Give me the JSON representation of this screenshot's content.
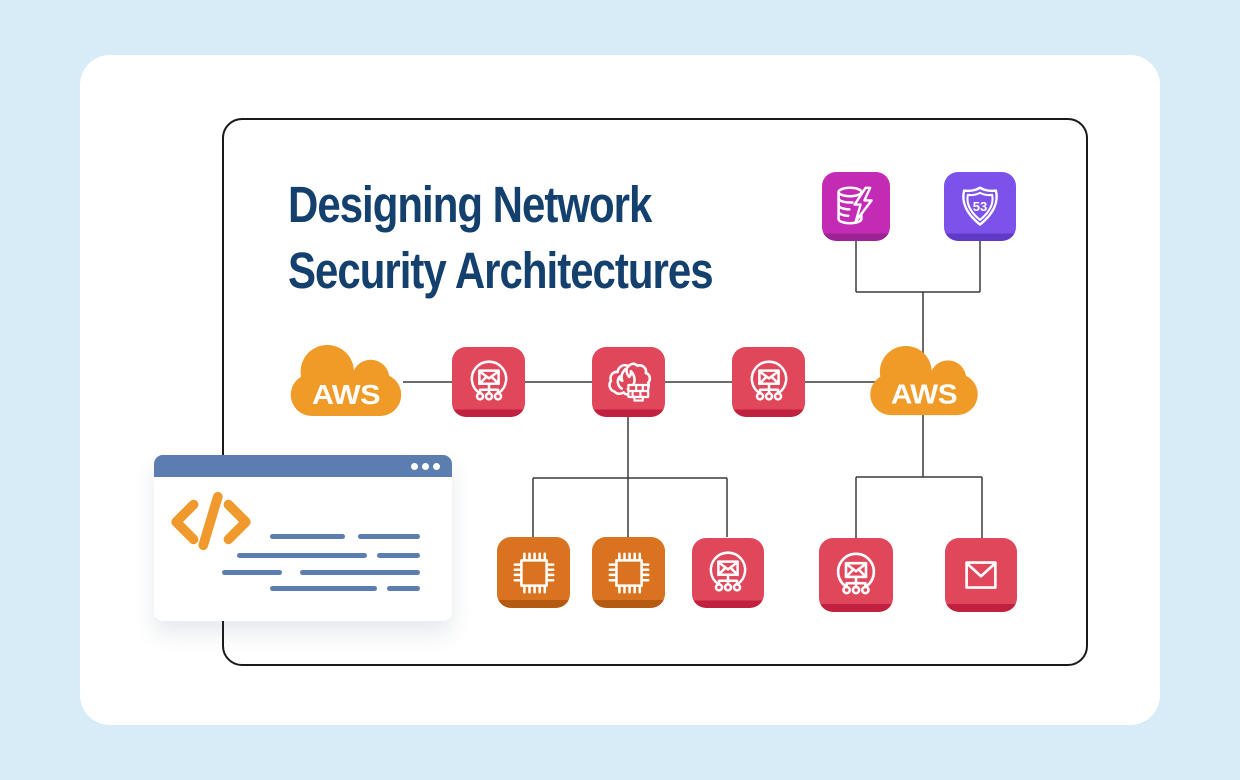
{
  "scene": {
    "background_color": "#d8ecf7",
    "card_color": "#ffffff",
    "frame_border_color": "#1a1a1a",
    "connector_color": "#3a3a3a"
  },
  "title": {
    "line1": "Designing Network",
    "line2": "Security Architectures",
    "color": "#14406e"
  },
  "clouds": {
    "left": {
      "label": "AWS"
    },
    "right": {
      "label": "AWS"
    },
    "color": "#f09a27"
  },
  "nodes": {
    "top_row": [
      {
        "id": "elasticache",
        "icon": "database-lightning-icon",
        "color": "#c42bb5",
        "shade": "#9b2394"
      },
      {
        "id": "route53",
        "icon": "route-53-shield-icon",
        "label": "53",
        "color": "#7c52ea",
        "shade": "#6139c7"
      }
    ],
    "middle_row": [
      {
        "id": "aws-cloud-left",
        "icon": "aws-cloud",
        "label": "AWS",
        "color": "#f09a27"
      },
      {
        "id": "email-network-1",
        "icon": "email-network-icon",
        "color": "#e0475a",
        "shade": "#c0213e"
      },
      {
        "id": "network-firewall",
        "icon": "cloud-firewall-icon",
        "color": "#e0475a",
        "shade": "#c0213e"
      },
      {
        "id": "email-network-2",
        "icon": "email-network-icon",
        "color": "#e0475a",
        "shade": "#c0213e"
      },
      {
        "id": "aws-cloud-right",
        "icon": "aws-cloud",
        "label": "AWS",
        "color": "#f09a27"
      }
    ],
    "bottom_left_row": [
      {
        "id": "chip-1",
        "icon": "processor-chip-icon",
        "color": "#d9731f",
        "shade": "#b55a11"
      },
      {
        "id": "chip-2",
        "icon": "processor-chip-icon",
        "color": "#d9731f",
        "shade": "#b55a11"
      },
      {
        "id": "email-network-3",
        "icon": "email-network-icon",
        "color": "#e0475a",
        "shade": "#c0213e"
      }
    ],
    "bottom_right_row": [
      {
        "id": "email-network-4",
        "icon": "email-network-icon",
        "color": "#e0475a",
        "shade": "#c0213e"
      },
      {
        "id": "envelope",
        "icon": "envelope-icon",
        "color": "#e0475a",
        "shade": "#c0213e"
      }
    ]
  },
  "browser_window": {
    "header_color": "#5b7db0",
    "code_icon": "</>",
    "code_icon_color": "#f09a2e",
    "text_line_color": "#5b7db0",
    "dot_count": 3
  }
}
